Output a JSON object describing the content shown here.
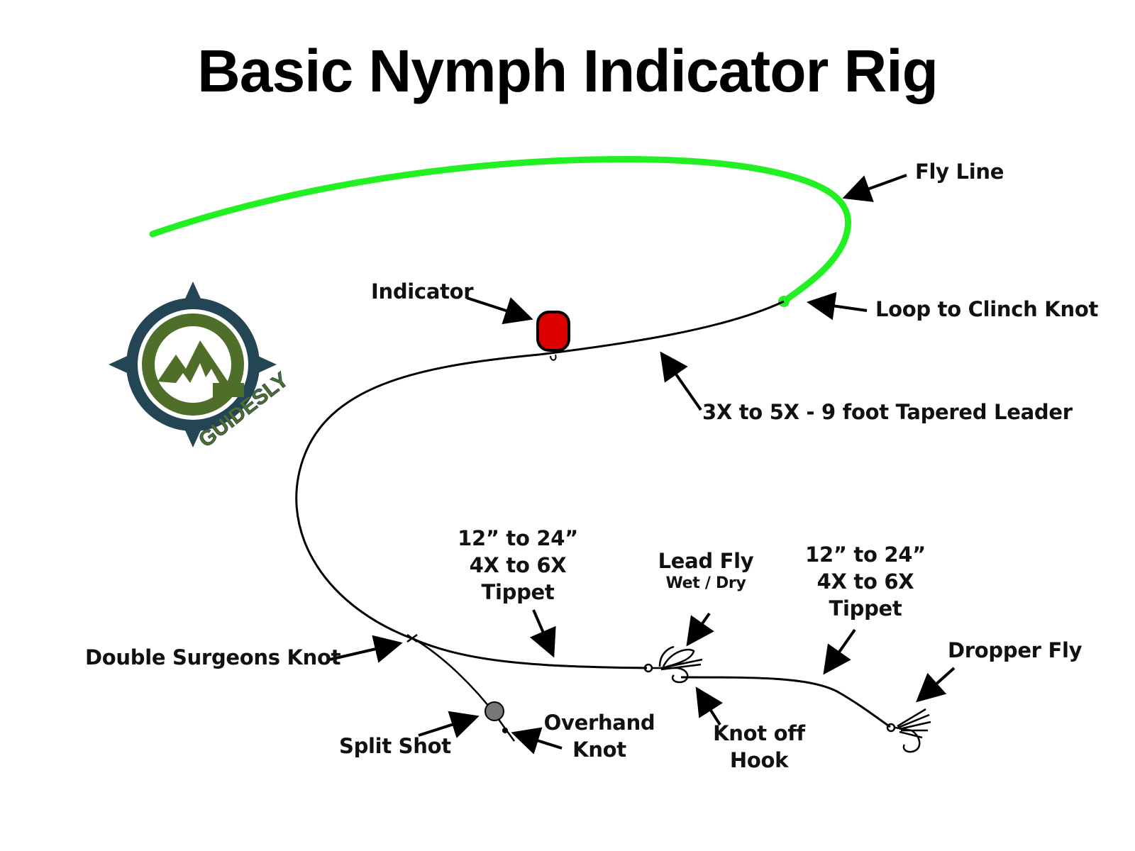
{
  "title": "Basic Nymph Indicator Rig",
  "logo": {
    "wordmark": "GUIDESLY"
  },
  "labels": {
    "fly_line": "Fly Line",
    "loop_to_clinch": "Loop to Clinch Knot",
    "indicator": "Indicator",
    "leader": "3X to 5X - 9 foot Tapered Leader",
    "tippet1": [
      "12” to 24”",
      "4X to 6X",
      "Tippet"
    ],
    "lead_fly": "Lead Fly",
    "lead_fly_sub": "Wet / Dry",
    "tippet2": [
      "12” to 24”",
      "4X to 6X",
      "Tippet"
    ],
    "dropper_fly": "Dropper Fly",
    "double_surgeons": "Double Surgeons Knot",
    "split_shot": "Split Shot",
    "overhand": [
      "Overhand",
      "Knot"
    ],
    "knot_off_hook": [
      "Knot off",
      "Hook"
    ]
  },
  "colors": {
    "fly_line": "#22f022",
    "indicator": "#dd0000",
    "logo_ring": "#244554",
    "logo_green": "#4f6e2a",
    "split_shot": "#777777",
    "line": "#000000"
  }
}
